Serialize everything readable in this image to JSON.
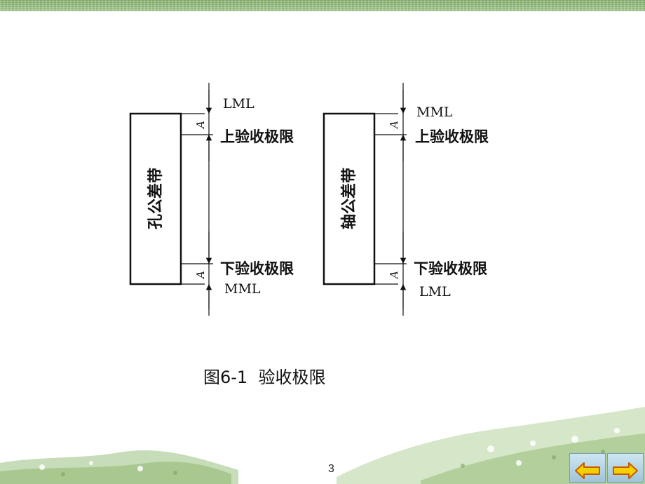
{
  "diagram": {
    "hole": {
      "zone_label": "孔公差带",
      "top_label": "LML",
      "upper_limit_label": "上验收极限",
      "lower_limit_label": "下验收极限",
      "bottom_label": "MML",
      "margin_symbol": "A"
    },
    "shaft": {
      "zone_label": "轴公差带",
      "top_label": "MML",
      "upper_limit_label": "上验收极限",
      "lower_limit_label": "下验收极限",
      "bottom_label": "LML",
      "margin_symbol": "A"
    }
  },
  "caption": "图6-1  验收极限",
  "page_number": "3",
  "nav": {
    "prev_icon": "left-arrow-icon",
    "next_icon": "right-arrow-icon"
  },
  "colors": {
    "arrow_fill": "#f4d000",
    "arrow_stroke": "#c65b00",
    "nav_bg": "#b7d6e6",
    "top_band": "#9cc087"
  }
}
